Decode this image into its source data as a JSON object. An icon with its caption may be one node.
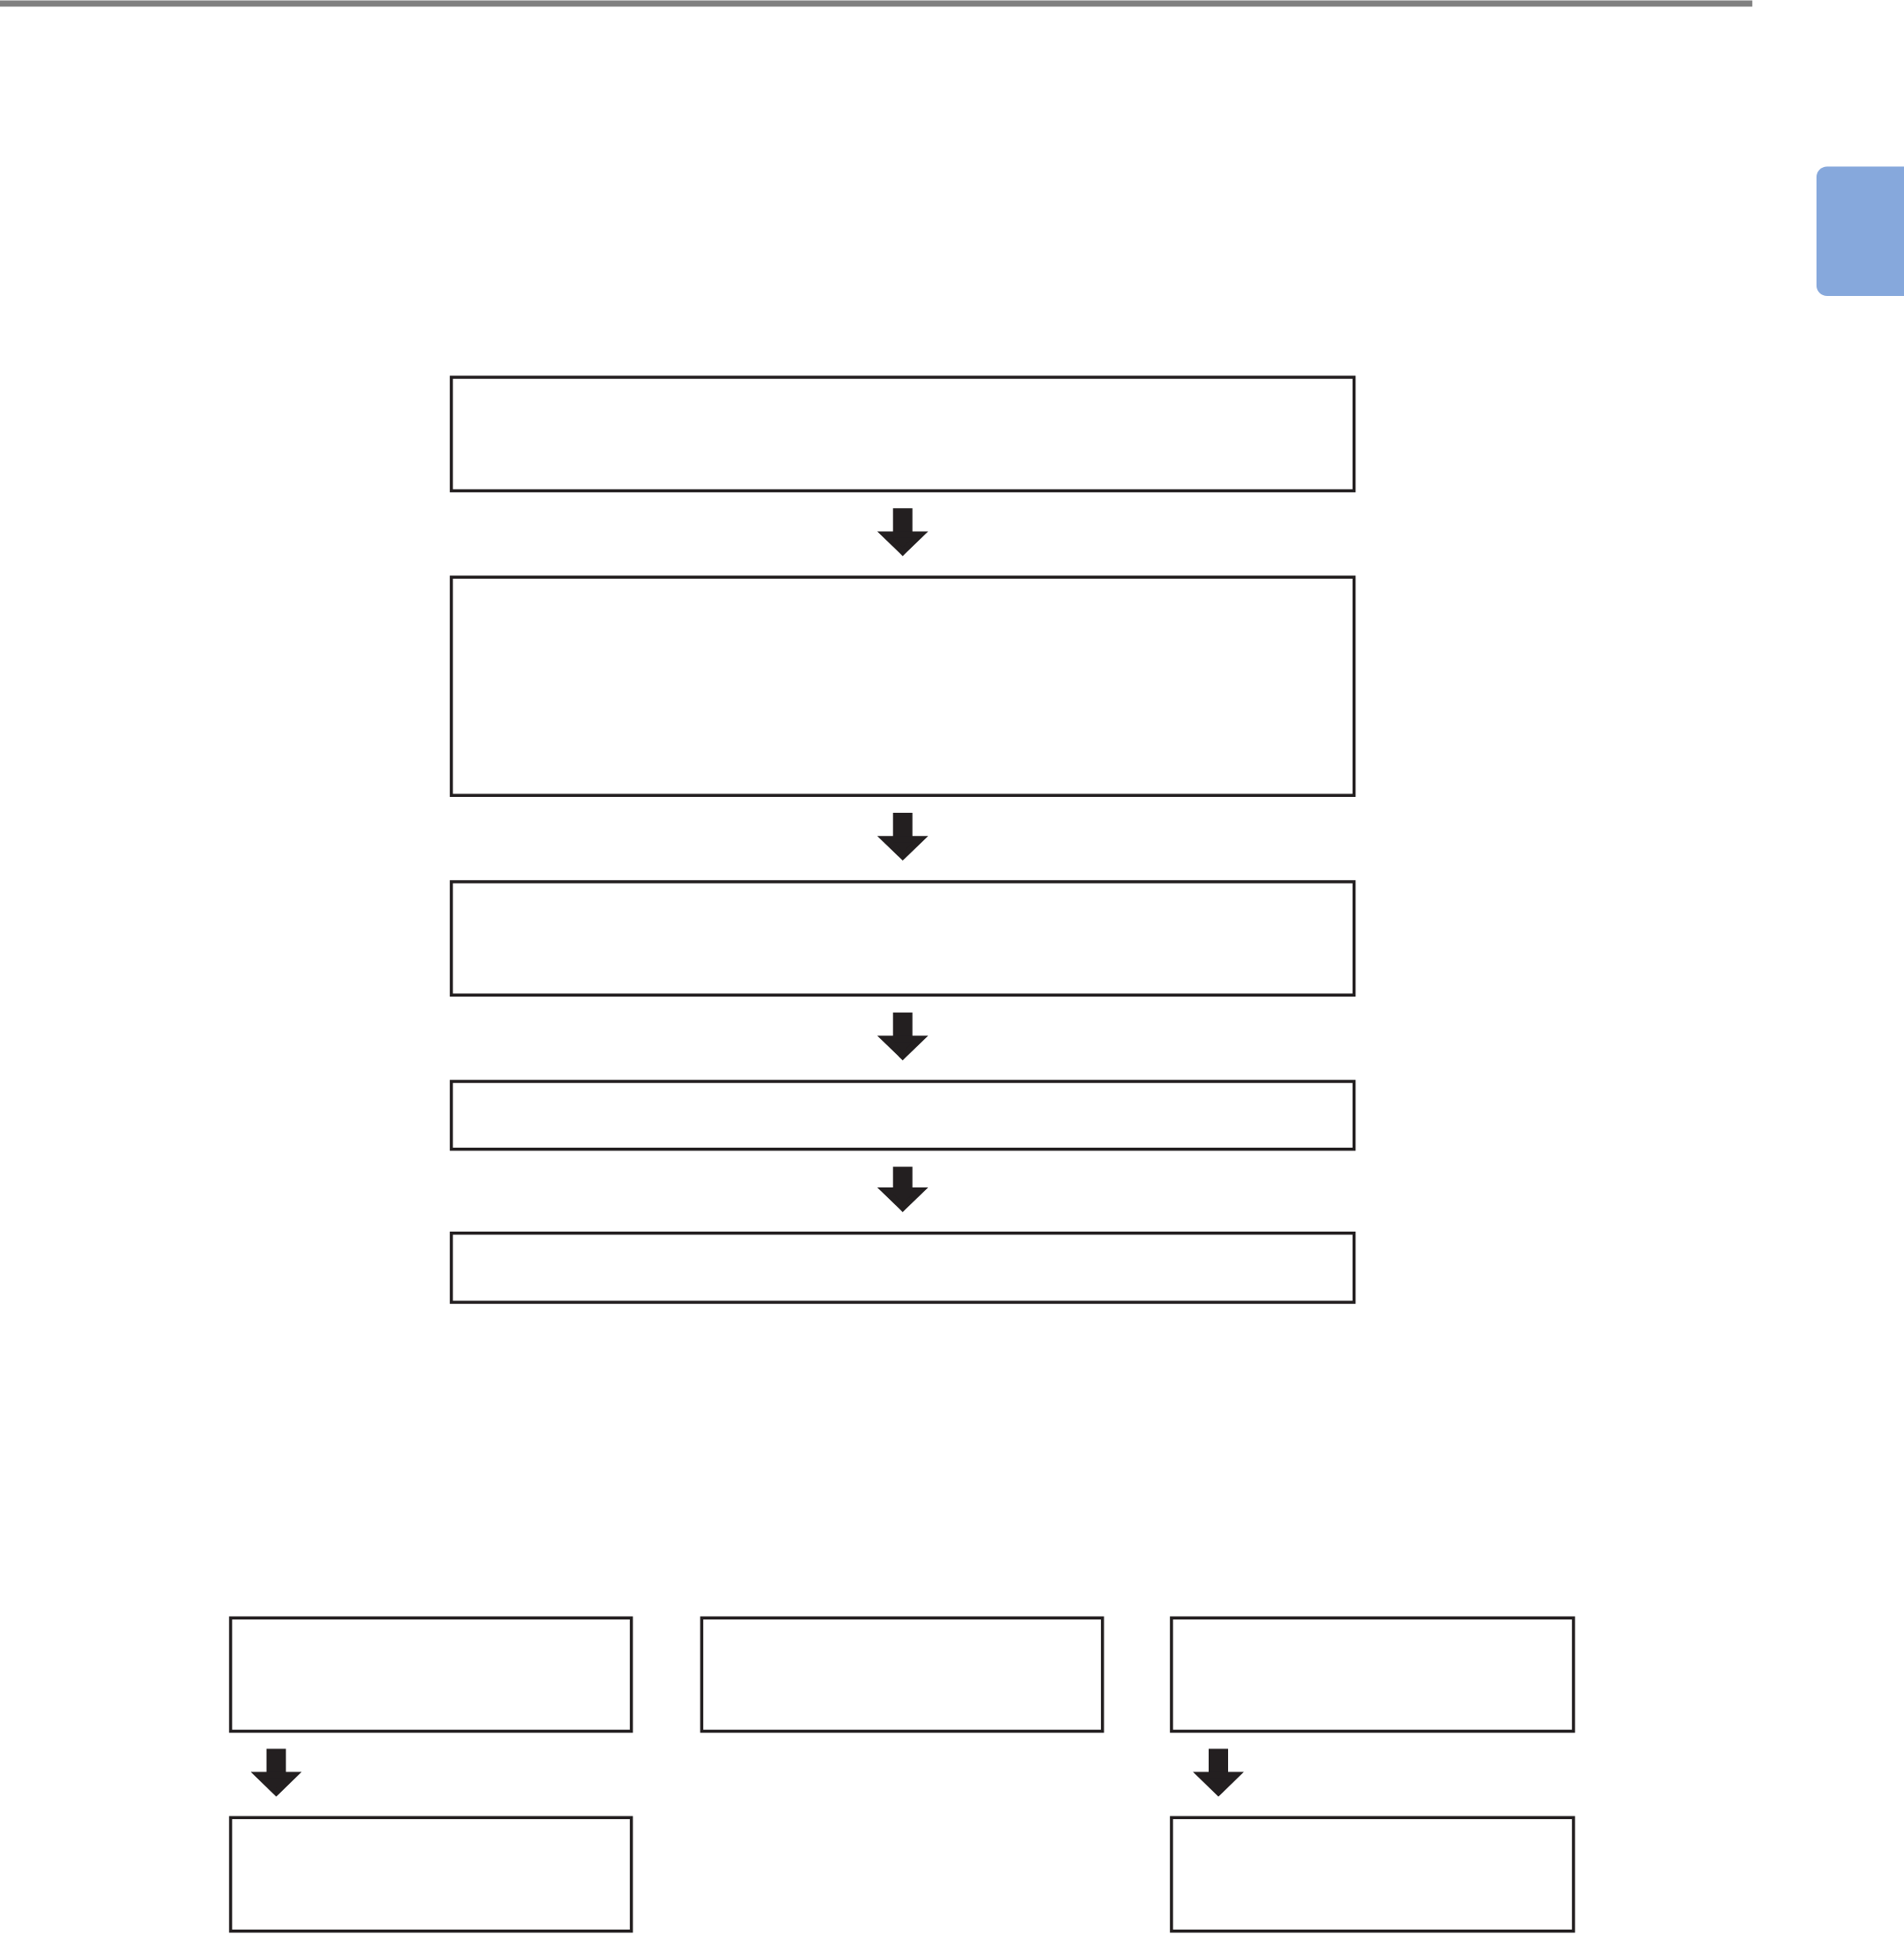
{
  "diagram": {
    "nodes": [
      {
        "text": [],
        "shape": "box"
      },
      {
        "text": [],
        "shape": "box"
      },
      {
        "text": [],
        "shape": "box"
      },
      {
        "text": [],
        "shape": "box"
      },
      {
        "text": [],
        "shape": "box"
      },
      {
        "text": [],
        "shape": "box"
      },
      {
        "text": [],
        "shape": "box"
      },
      {
        "text": [],
        "shape": "box"
      },
      {
        "text": [],
        "shape": "box"
      },
      {
        "text": [],
        "shape": "box"
      },
      {
        "text": [],
        "shape": "box"
      }
    ],
    "edges": [
      {
        "from": 0,
        "to": 1,
        "arrow": "to"
      },
      {
        "from": 1,
        "to": 2,
        "arrow": "to"
      },
      {
        "from": 2,
        "to": 3,
        "arrow": "to"
      },
      {
        "from": 3,
        "to": 4,
        "arrow": "to"
      },
      {
        "from": 5,
        "to": 8,
        "arrow": "to"
      },
      {
        "from": 7,
        "to": 9,
        "arrow": "to"
      }
    ]
  }
}
